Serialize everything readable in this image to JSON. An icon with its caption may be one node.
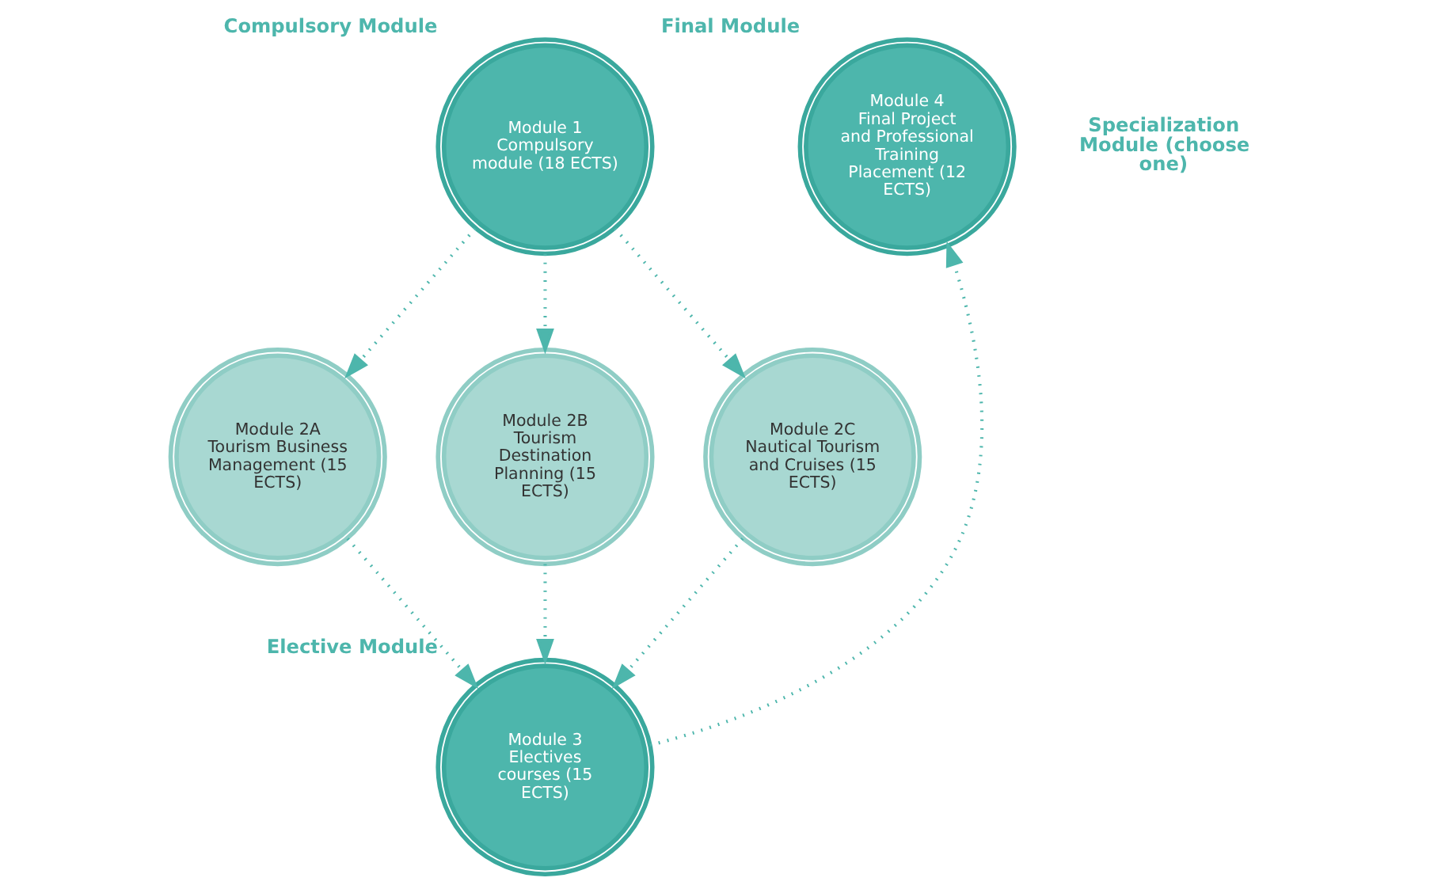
{
  "diagram": {
    "nodes": [
      {
        "text": [
          "Module 1",
          "Compulsory module (18 ECTS)"
        ],
        "beside": [
          "Compulsory Module"
        ]
      },
      {
        "text": [
          "Module 2A",
          "Tourism Business Management (15 ECTS)"
        ]
      },
      {
        "text": [
          "Module 2B",
          "Tourism Destination Planning (15 ECTS)"
        ]
      },
      {
        "text": [
          "Module 2C",
          "Nautical Tourism and Cruises (15 ECTS)"
        ]
      },
      {
        "text": [
          "Module 3",
          "Electives courses (15 ECTS)"
        ],
        "beside": [
          "Elective Module"
        ]
      },
      {
        "text": [
          "Module 4",
          "Final Project and Professional Training Placement (12 ECTS)"
        ],
        "beside": [
          "Final Module"
        ]
      }
    ],
    "edges": [
      {
        "from": 0,
        "to": 1,
        "arrow": "to"
      },
      {
        "from": 0,
        "to": 2,
        "arrow": "to"
      },
      {
        "from": 0,
        "to": 3,
        "arrow": "to"
      },
      {
        "from": 1,
        "to": 4,
        "arrow": "to"
      },
      {
        "from": 2,
        "to": 4,
        "arrow": "to"
      },
      {
        "from": 3,
        "to": 4,
        "arrow": "to"
      },
      {
        "from": 4,
        "to": 5,
        "arrow": "to"
      }
    ],
    "labels": [
      "Specialization Module (choose one)"
    ]
  }
}
